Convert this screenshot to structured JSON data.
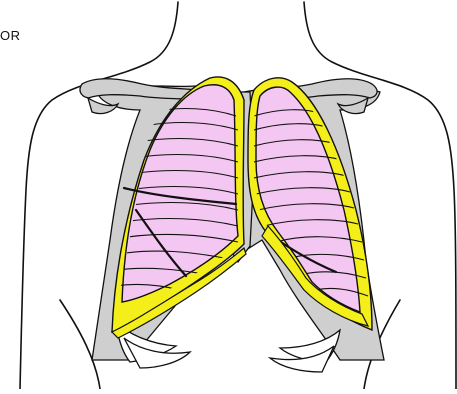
{
  "labels": {
    "corner": "OR"
  },
  "colors": {
    "background": "#ffffff",
    "outline": "#111111",
    "bone": "#cfcfcf",
    "lung": "#f4c6f2",
    "pleura": "#f4ef1a",
    "ribs_lower": "#ffffff"
  },
  "parts": [
    "torso-outline",
    "clavicle-left",
    "clavicle-right",
    "sternum",
    "lung-right",
    "lung-left",
    "pleura-right",
    "pleura-left",
    "lower-ribs",
    "fissure-lines"
  ]
}
